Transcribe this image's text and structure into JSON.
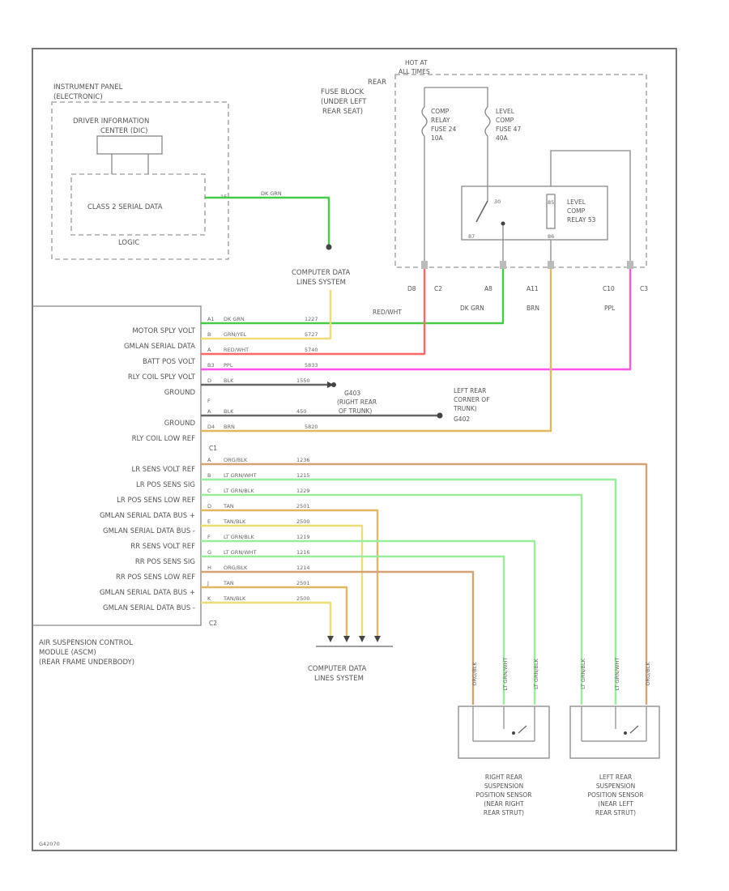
{
  "instrument_panel": {
    "title1": "INSTRUMENT PANEL",
    "title2": "(ELECTRONIC)",
    "dic1": "DRIVER INFORMATION",
    "dic2": "CENTER (DIC)",
    "serial": "CLASS 2 SERIAL DATA",
    "logic": "LOGIC",
    "pin": "15"
  },
  "computer_data_lines_top": {
    "line1": "COMPUTER DATA",
    "line2": "LINES SYSTEM"
  },
  "computer_data_lines_bottom": {
    "line1": "COMPUTER DATA",
    "line2": "LINES SYSTEM"
  },
  "fuse_block": {
    "hot_line1": "HOT AT",
    "hot_line2": "ALL TIMES",
    "name1": "REAR",
    "name2": "FUSE BLOCK",
    "name3": "(UNDER LEFT",
    "name4": "REAR SEAT)",
    "fuse1": [
      "COMP",
      "RELAY",
      "FUSE 24",
      "10A"
    ],
    "fuse2": [
      "LEVEL",
      "COMP",
      "FUSE 47",
      "40A"
    ],
    "relay_name": [
      "LEVEL",
      "COMP",
      "RELAY 53"
    ],
    "relay_pin1": "30",
    "relay_pin2": "87",
    "relay_pin3": "85",
    "relay_pin4": "86"
  },
  "connectors": [
    {
      "pin": "D8",
      "conn": "C2"
    },
    {
      "pin": "A8",
      "conn": ""
    },
    {
      "pin": "A11",
      "conn": ""
    },
    {
      "pin": "C10",
      "conn": "C3"
    }
  ],
  "drop_wire_colors": {
    "redwht": "RED/WHT",
    "dkgrn": "DK GRN",
    "brn": "BRN",
    "ppl": "PPL"
  },
  "module": {
    "name1": "AIR SUSPENSION CONTROL",
    "name2": "MODULE (ASCM)",
    "name3": "(REAR FRAME UNDERBODY)",
    "c1": "C1",
    "c2": "C2"
  },
  "module_pins_top": [
    {
      "label": "MOTOR SPLY VOLT",
      "pin": "A1",
      "color": "DK GRN",
      "circuit": "1227"
    },
    {
      "label": "GMLAN SERIAL DATA",
      "pin": "B",
      "color": "GRN/YEL",
      "circuit": "5727"
    },
    {
      "label": "BATT POS VOLT",
      "pin": "A",
      "color": "RED/WHT",
      "circuit": "5740"
    },
    {
      "label": "RLY COIL SPLY VOLT",
      "pin": "B3",
      "color": "PPL",
      "circuit": "5833"
    },
    {
      "label": "GROUND",
      "pin": "D",
      "color": "BLK",
      "circuit": "1550"
    },
    {
      "label": "",
      "pin": "F",
      "color": "",
      "circuit": ""
    },
    {
      "label": "GROUND",
      "pin": "A",
      "color": "BLK",
      "circuit": "450"
    },
    {
      "label": "RLY COIL LOW REF",
      "pin": "D4",
      "color": "BRN",
      "circuit": "5820"
    }
  ],
  "module_pins_bottom": [
    {
      "label": "LR SENS VOLT REF",
      "pin": "A",
      "color": "ORG/BLK",
      "circuit": "1236"
    },
    {
      "label": "LR POS SENS SIG",
      "pin": "B",
      "color": "LT GRN/WHT",
      "circuit": "1215"
    },
    {
      "label": "LR POS SENS LOW REF",
      "pin": "C",
      "color": "LT GRN/BLK",
      "circuit": "1229"
    },
    {
      "label": "GMLAN SERIAL DATA BUS +",
      "pin": "D",
      "color": "TAN",
      "circuit": "2501"
    },
    {
      "label": "GMLAN SERIAL DATA BUS -",
      "pin": "E",
      "color": "TAN/BLK",
      "circuit": "2500"
    },
    {
      "label": "RR SENS VOLT REF",
      "pin": "F",
      "color": "LT GRN/BLK",
      "circuit": "1219"
    },
    {
      "label": "RR POS SENS SIG",
      "pin": "G",
      "color": "LT GRN/WHT",
      "circuit": "1216"
    },
    {
      "label": "RR POS SENS LOW REF",
      "pin": "H",
      "color": "ORG/BLK",
      "circuit": "1214"
    },
    {
      "label": "GMLAN SERIAL DATA BUS +",
      "pin": "J",
      "color": "TAN",
      "circuit": "2501"
    },
    {
      "label": "GMLAN SERIAL DATA BUS -",
      "pin": "K",
      "color": "TAN/BLK",
      "circuit": "2500"
    }
  ],
  "grounds": {
    "g403_1": "G403",
    "g403_2": "(RIGHT REAR",
    "g403_3": "OF TRUNK)",
    "g402_1": "LEFT REAR",
    "g402_2": "CORNER OF",
    "g402_3": "TRUNK)",
    "g402_4": "G402"
  },
  "dic_wire": {
    "color": "DK GRN"
  },
  "sensor_wire_colors": [
    "ORG/BLK",
    "LT GRN/WHT",
    "LT GRN/BLK"
  ],
  "sensors": [
    {
      "line1": "RIGHT REAR",
      "line2": "SUSPENSION",
      "line3": "POSITION SENSOR",
      "line4": "(NEAR RIGHT",
      "line5": "REAR STRUT)"
    },
    {
      "line1": "LEFT REAR",
      "line2": "SUSPENSION",
      "line3": "POSITION SENSOR",
      "line4": "(NEAR LEFT",
      "line5": "REAR STRUT)"
    }
  ],
  "figure_number": "G42070",
  "wire_colors": {
    "green": "#44cc44",
    "lightgreen": "#99ee99",
    "yellow": "#eedd77",
    "tan": "#e0b860",
    "red": "#ff6666",
    "magenta": "#ff55ee",
    "black": "#444444",
    "orange": "#d4a373"
  }
}
